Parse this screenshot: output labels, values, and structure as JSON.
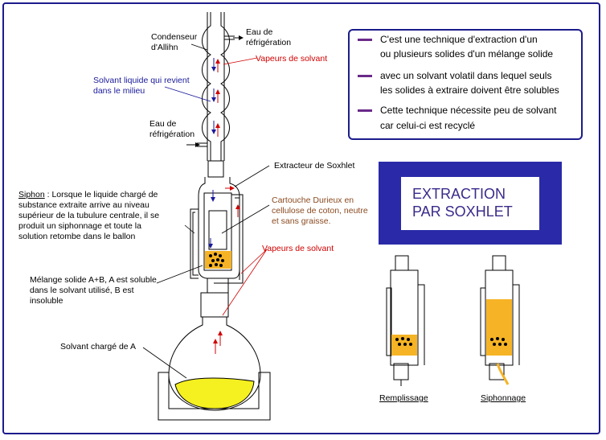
{
  "labels": {
    "condenseur": "Condenseur d'Allihn",
    "eau_haut": "Eau de réfrigération",
    "eau_bas": "Eau de réfrigération",
    "vapeurs_haut": "Vapeurs de solvant",
    "solvant_liquide": "Solvant liquide qui revient dans le milieu",
    "extracteur": "Extracteur de Soxhlet",
    "cartouche": "Cartouche Durieux en cellulose de coton, neutre et sans graisse.",
    "vapeurs_bas": "Vapeurs de solvant",
    "siphon_title": "Siphon",
    "siphon_text": " : Lorsque le liquide chargé de substance extraite arrive au niveau supérieur de la tubulure centrale, il se produit un siphonnage et toute la solution retombe dans le ballon",
    "melange": "Mélange solide A+B, A est soluble dans le solvant utilisé, B est insoluble",
    "solvant_charge": "Solvant chargé de A"
  },
  "info": {
    "line1": "C'est une technique d'extraction d'un",
    "line2": "ou plusieurs solides d'un mélange solide",
    "line3": "avec un solvant volatil  dans lequel seuls",
    "line4": "les solides à extraire doivent être solubles",
    "line5": "Cette technique nécessite peu de solvant",
    "line6": "car celui-ci est recyclé"
  },
  "title": {
    "line1": "EXTRACTION",
    "line2": "PAR SOXHLET"
  },
  "captions": {
    "remplissage": "Remplissage",
    "siphonnage": "Siphonnage"
  },
  "colors": {
    "frame": "#1c1c8c",
    "title_bg": "#2a2aa8",
    "solvent_orange": "#f5b325",
    "solvent_yellow": "#f5f020",
    "arrow_red": "#d00000",
    "arrow_blue": "#1a1a9a"
  }
}
